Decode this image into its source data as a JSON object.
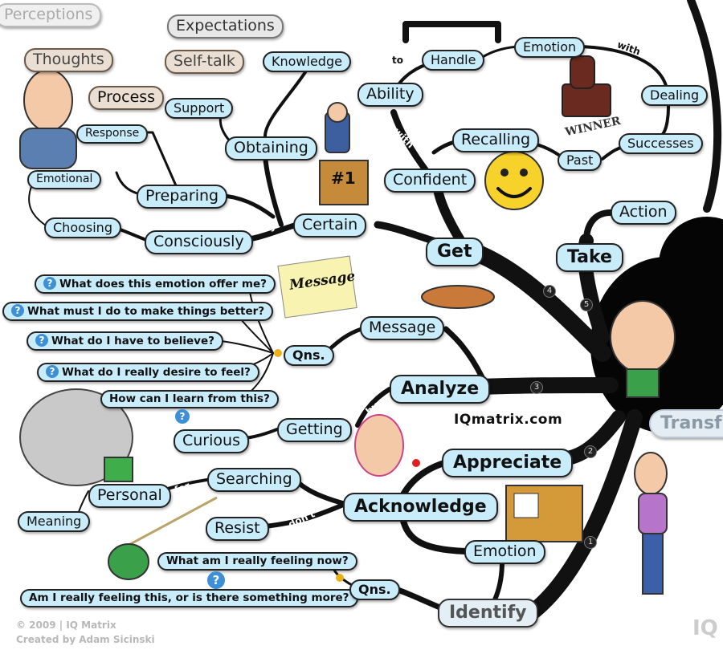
{
  "watermark": {
    "site": "IQmatrix.com",
    "copyright": "© 2009 | IQ Matrix",
    "author": "Created by Adam Sicinski"
  },
  "center": {
    "label_partial": "Transf",
    "corner_mark": "IQ"
  },
  "branch_numbers": [
    "1",
    "2",
    "3",
    "4",
    "5"
  ],
  "nodes": {
    "perceptions": "Perceptions",
    "expectations": "Expectations",
    "thoughts": "Thoughts",
    "self_talk": "Self-talk",
    "process": "Process",
    "knowledge": "Knowledge",
    "support": "Support",
    "obtaining": "Obtaining",
    "response": "Response",
    "emotional": "Emotional",
    "preparing": "Preparing",
    "choosing": "Choosing",
    "consciously": "Consciously",
    "certain": "Certain",
    "get": "Get",
    "handle": "Handle",
    "emotion_top": "Emotion",
    "ability": "Ability",
    "dealing": "Dealing",
    "recalling": "Recalling",
    "past": "Past",
    "successes": "Successes",
    "confident": "Confident",
    "action": "Action",
    "take": "Take",
    "message": "Message",
    "qns_top": "Qns.",
    "analyze": "Analyze",
    "getting": "Getting",
    "curious": "Curious",
    "appreciate": "Appreciate",
    "searching": "Searching",
    "personal": "Personal",
    "meaning": "Meaning",
    "resist": "Resist",
    "acknowledge": "Acknowledge",
    "emotion_bottom": "Emotion",
    "qns_bottom": "Qns.",
    "identify": "Identify"
  },
  "connectors": {
    "new": "new",
    "by_certain": "by",
    "to": "to",
    "with_ability": "with",
    "with_emotion": "with",
    "by_analyze": "by",
    "for": "for",
    "dont": "don't"
  },
  "questions_top": [
    "What does this emotion offer me?",
    "What must I do to make things better?",
    "What do I have to believe?",
    "What do I really desire to feel?",
    "How can I learn from this?"
  ],
  "questions_bottom": [
    "What am I really feeling now?",
    "Am I really feeling this, or is there something more?"
  ],
  "images": {
    "sticky_note": "Message",
    "stamp": "WINNER",
    "trophy": "#1",
    "question_mark": "?"
  },
  "colors": {
    "node_fill": "#c9ecfb",
    "branch": "#111111",
    "beige_node": "#eadfd2",
    "question_icon": "#3d8fd6"
  }
}
